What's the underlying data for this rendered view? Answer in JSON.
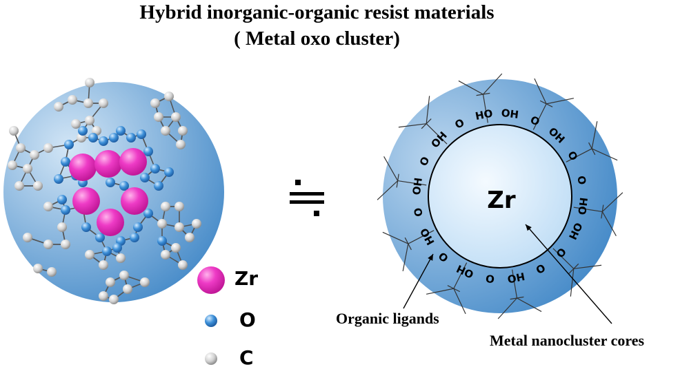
{
  "title": {
    "line1": "Hybrid inorganic-organic resist materials",
    "line2": "( Metal oxo cluster)"
  },
  "legend": {
    "items": [
      {
        "label": "Zr",
        "color": "#ee3bc6"
      },
      {
        "label": "O",
        "color": "#3c8fd8"
      },
      {
        "label": "C",
        "color": "#c6c6c6"
      }
    ]
  },
  "equivalence_symbol": "≑",
  "right_cluster": {
    "core_label": "Zr",
    "ligand_text": [
      "OH",
      "O",
      "OH",
      "O",
      "O",
      "HO",
      "OH",
      "O",
      "O",
      "HO",
      "O",
      "OH",
      "O",
      "HO",
      "O",
      "OH",
      "O",
      "OH",
      "O",
      "HO"
    ],
    "annotations": {
      "ligands": "Organic ligands",
      "cores": "Metal nanocluster cores"
    }
  },
  "colors": {
    "shell_light": "#bcd7ef",
    "shell_dark": "#3f86c6",
    "core_light": "#eef6fd",
    "core_dark": "#bddcf5",
    "zr": "#ee3bc6",
    "o": "#3c8fd8",
    "c": "#c6c6c6"
  }
}
